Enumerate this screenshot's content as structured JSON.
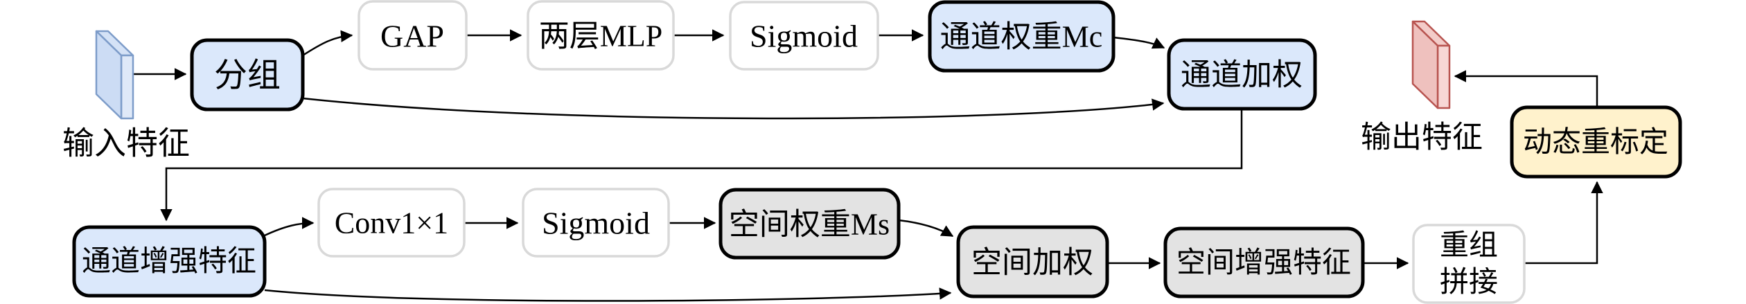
{
  "diagram": {
    "input_label": "输入特征",
    "output_label": "输出特征",
    "nodes": {
      "group": "分组",
      "gap": "GAP",
      "mlp": "两层MLP",
      "sigmoid_channel": "Sigmoid",
      "channel_weight": "通道权重Mc",
      "channel_weighting": "通道加权",
      "channel_enhanced": "通道增强特征",
      "conv1x1": "Conv1×1",
      "sigmoid_spatial": "Sigmoid",
      "spatial_weight": "空间权重Ms",
      "spatial_weighting": "空间加权",
      "spatial_enhanced": "空间增强特征",
      "regroup_line1": "重组",
      "regroup_line2": "拼接",
      "recalibration": "动态重标定"
    },
    "colors": {
      "blue_fill": "#dbe8fb",
      "gray_fill": "#e3e3e3",
      "yellow_fill": "#fff2cc",
      "white_fill": "#ffffff",
      "light_border": "#d9d9d9",
      "black_border": "#000000",
      "line": "#000000",
      "slab_blue_front": "#ccdcf4",
      "slab_blue_side": "#dfe9f8",
      "slab_blue_stroke": "#7d9cc9",
      "slab_red_front": "#efc1be",
      "slab_red_side": "#f7d7d5",
      "slab_red_stroke": "#b85450"
    }
  }
}
